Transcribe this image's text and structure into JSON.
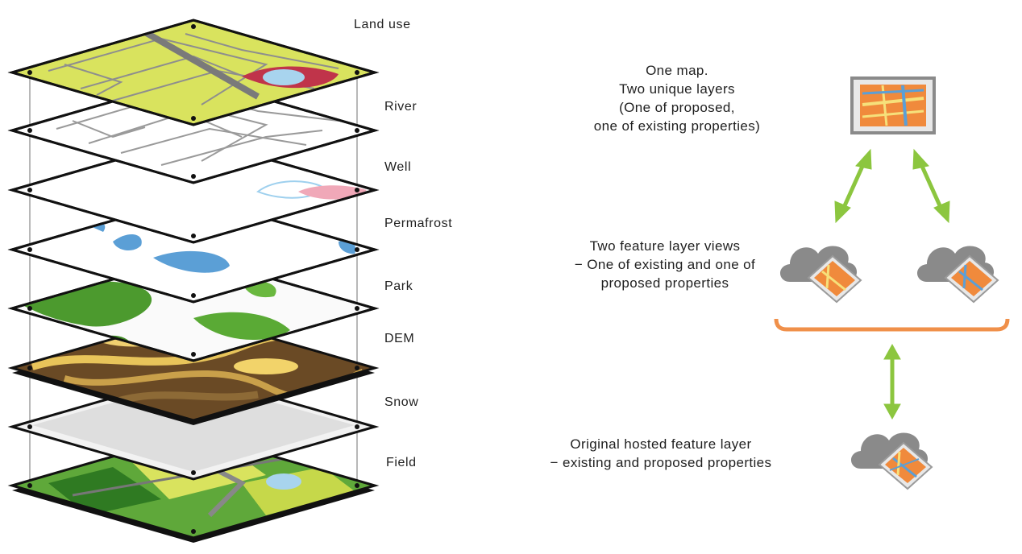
{
  "layer_labels": [
    "Land use",
    "River",
    "Well",
    "Permafrost",
    "Park",
    "DEM",
    "Snow",
    "Field"
  ],
  "right_panel": {
    "map": {
      "lines": [
        "One map.",
        "Two unique layers",
        "(One of proposed,",
        "one of existing properties)"
      ]
    },
    "views": {
      "lines": [
        "Two feature layer views",
        "− One of existing and one of",
        "proposed properties"
      ]
    },
    "original": {
      "lines": [
        "Original hosted feature layer",
        "− existing and proposed properties"
      ]
    }
  },
  "colors": {
    "land_use": "#d9e35e",
    "water": "#5b9fd6",
    "park_green": "#4c9a2e",
    "dem_brown": "#6a4a25",
    "snow_gray": "#dedede",
    "arrow_green": "#8cc63f",
    "map_orange": "#f08a3c",
    "bracket_orange": "#f0904a",
    "cloud_gray": "#8a8a8a"
  },
  "icons": [
    "map-icon",
    "cloud-layer-icon",
    "double-arrow-icon",
    "bracket"
  ]
}
